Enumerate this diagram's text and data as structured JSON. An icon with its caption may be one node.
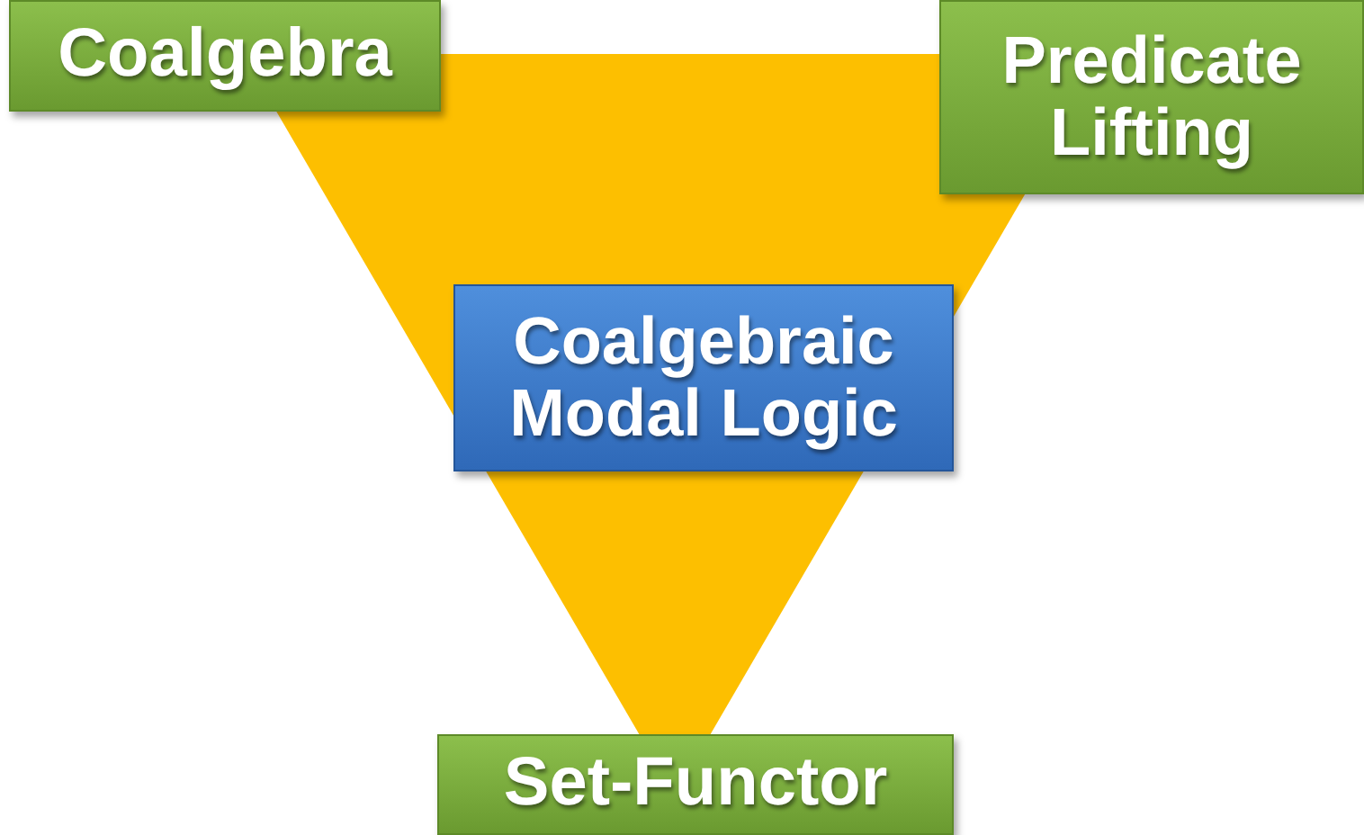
{
  "diagram": {
    "nodes": [
      {
        "text": [],
        "shape": "triangle"
      },
      {
        "text": [
          "Coalgebra"
        ]
      },
      {
        "text": [
          "Predicate Lifting"
        ]
      },
      {
        "text": [
          "Coalgebraic Modal Logic"
        ],
        "in": 0
      },
      {
        "text": [
          "Set-Functor"
        ]
      }
    ],
    "edges": []
  }
}
